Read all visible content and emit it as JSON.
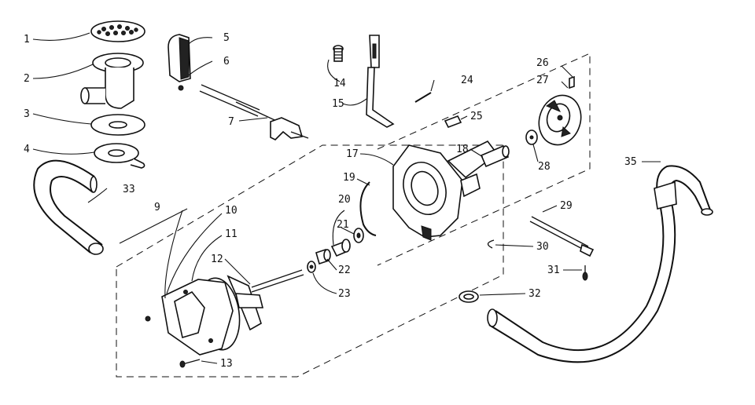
{
  "diagram": {
    "callouts": {
      "c1": "1",
      "c2": "2",
      "c3": "3",
      "c4": "4",
      "c5": "5",
      "c6": "6",
      "c7": "7",
      "c9": "9",
      "c10": "10",
      "c11": "11",
      "c12": "12",
      "c13": "13",
      "c14": "14",
      "c15": "15",
      "c17": "17",
      "c18": "18",
      "c19": "19",
      "c20": "20",
      "c21": "21",
      "c22": "22",
      "c23": "23",
      "c24": "24",
      "c25": "25",
      "c26": "26",
      "c27": "27",
      "c28": "28",
      "c29": "29",
      "c30": "30",
      "c31": "31",
      "c32": "32",
      "c33": "33",
      "c35": "35"
    }
  }
}
